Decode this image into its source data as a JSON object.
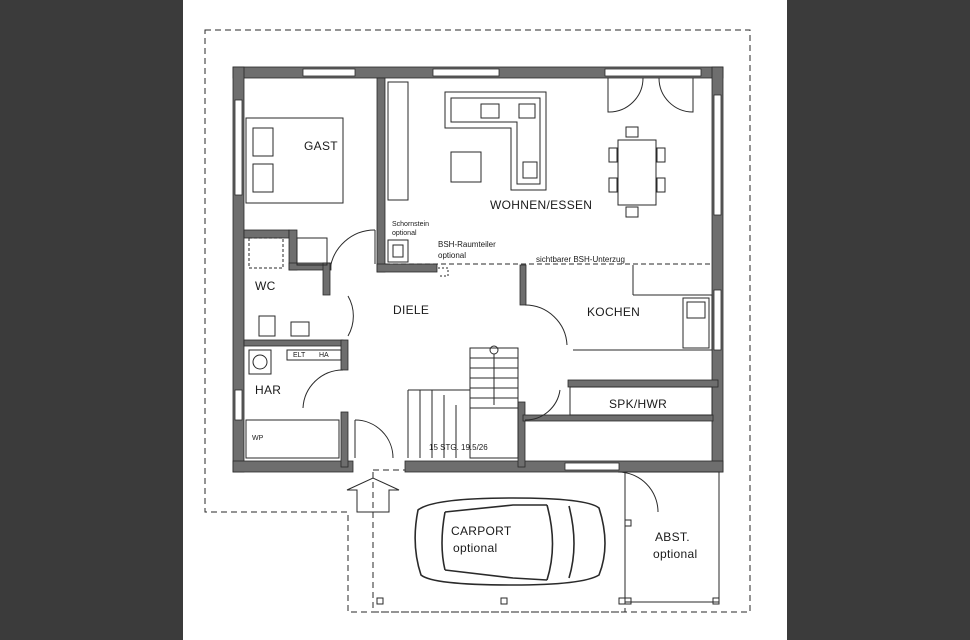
{
  "rooms": {
    "gast": "GAST",
    "wohnen": "WOHNEN/ESSEN",
    "wc": "WC",
    "diele": "DIELE",
    "kochen": "KOCHEN",
    "har": "HAR",
    "spk": "SPK/HWR",
    "wp": "WP"
  },
  "notes": {
    "schornstein_1": "Schornstein",
    "schornstein_2": "optional",
    "raumteiler_1": "BSH-Raumteiler",
    "raumteiler_2": "optional",
    "unterzug": "sichtbarer BSH-Unterzug",
    "elt": "ELT",
    "ha": "HA",
    "stairs": "15 STG. 19.5/26"
  },
  "carport": {
    "line1": "CARPORT",
    "line2": "optional"
  },
  "abstell": {
    "line1": "ABST.",
    "line2": "optional"
  },
  "colors": {
    "wall": "#6e6e6e",
    "line": "#2a2a2a",
    "outer": "#3b3b3b",
    "paper": "#ffffff"
  }
}
